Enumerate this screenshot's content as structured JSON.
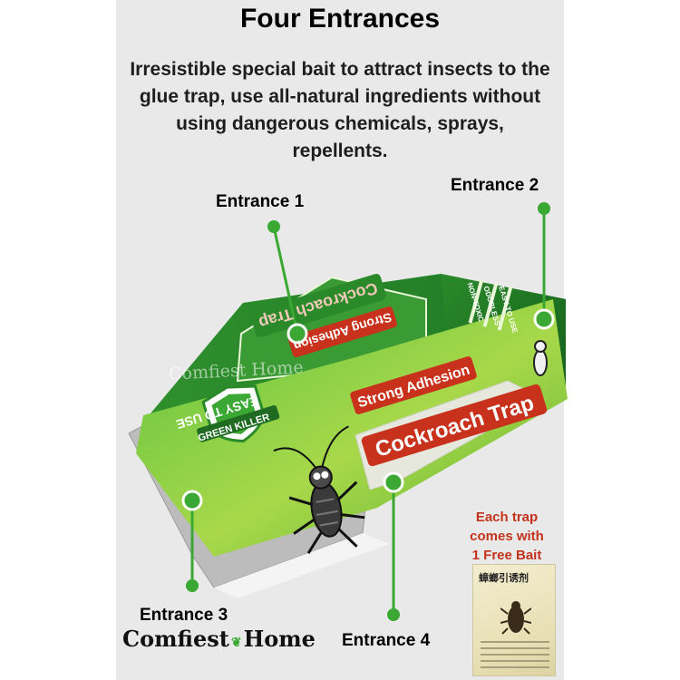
{
  "title": "Four Entrances",
  "description": "Irresistible special bait to attract insects to the glue trap, use all-natural ingredients without using dangerous chemicals, sprays, repellents.",
  "entrances": {
    "e1": "Entrance 1",
    "e2": "Entrance 2",
    "e3": "Entrance 3",
    "e4": "Entrance 4"
  },
  "box_text": {
    "brand_logo": "GREEN KILLER",
    "easy_to_use": "EASY TO USE",
    "strong_adhesion": "Strong Adhesion",
    "cockroach_trap": "Cockroach Trap",
    "side_lines": [
      "NON-TOXIC",
      "ODORLESS",
      "EASY TO USE"
    ],
    "watermark": "Comfiest Home"
  },
  "bait_note": {
    "line1": "Each trap",
    "line2": "comes with",
    "line3": "1 Free Bait"
  },
  "bait_packet_title": "蟑螂引诱剂",
  "footer_brand": {
    "left": "Comfiest",
    "right": "Home"
  },
  "colors": {
    "marker_green": "#3aa832",
    "box_green": "#3c9a2e",
    "box_dark_green": "#1f6b22",
    "label_red": "#c8311b",
    "bait_text_red": "#c3331c"
  },
  "icons": [
    "cockroach-icon",
    "shield-logo-icon",
    "leaf-icon"
  ]
}
